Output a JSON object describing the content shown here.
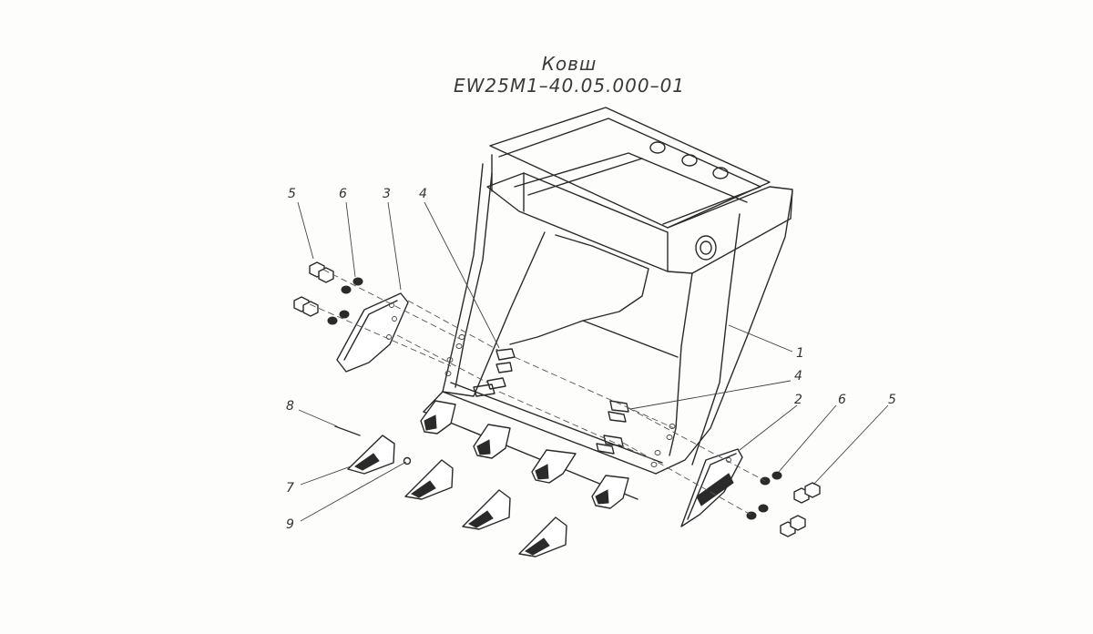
{
  "title": {
    "line1": "Ковш",
    "line2": "EW25M1–40.05.000–01"
  },
  "callouts": {
    "c5_left": "5",
    "c6_left": "6",
    "c3": "3",
    "c4_top": "4",
    "c1": "1",
    "c4_right": "4",
    "c2": "2",
    "c6_right": "6",
    "c5_right": "5",
    "c8": "8",
    "c7": "7",
    "c9": "9"
  }
}
